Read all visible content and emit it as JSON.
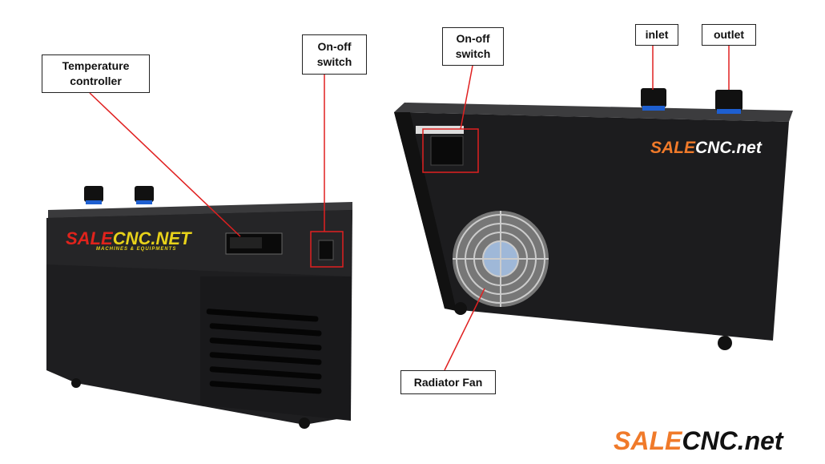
{
  "labels": {
    "temperature_controller": "Temperature controller",
    "on_off_switch_front": "On-off switch",
    "on_off_switch_back": "On-off switch",
    "inlet": "inlet",
    "outlet": "outlet",
    "radiator_fan": "Radiator Fan"
  },
  "logos": {
    "front_panel": {
      "red": "SALE",
      "yellow": "CNC.NET",
      "sub": "MACHINES & EQUIPMENTS"
    },
    "back_panel": {
      "orange": "SALE",
      "rest": "CNC.net"
    },
    "watermark": {
      "orange": "SALE",
      "rest": "CNC.net"
    }
  },
  "colors": {
    "callout_line": "#e02020",
    "brand_orange": "#f07a2a",
    "body": "#1c1c1e"
  }
}
